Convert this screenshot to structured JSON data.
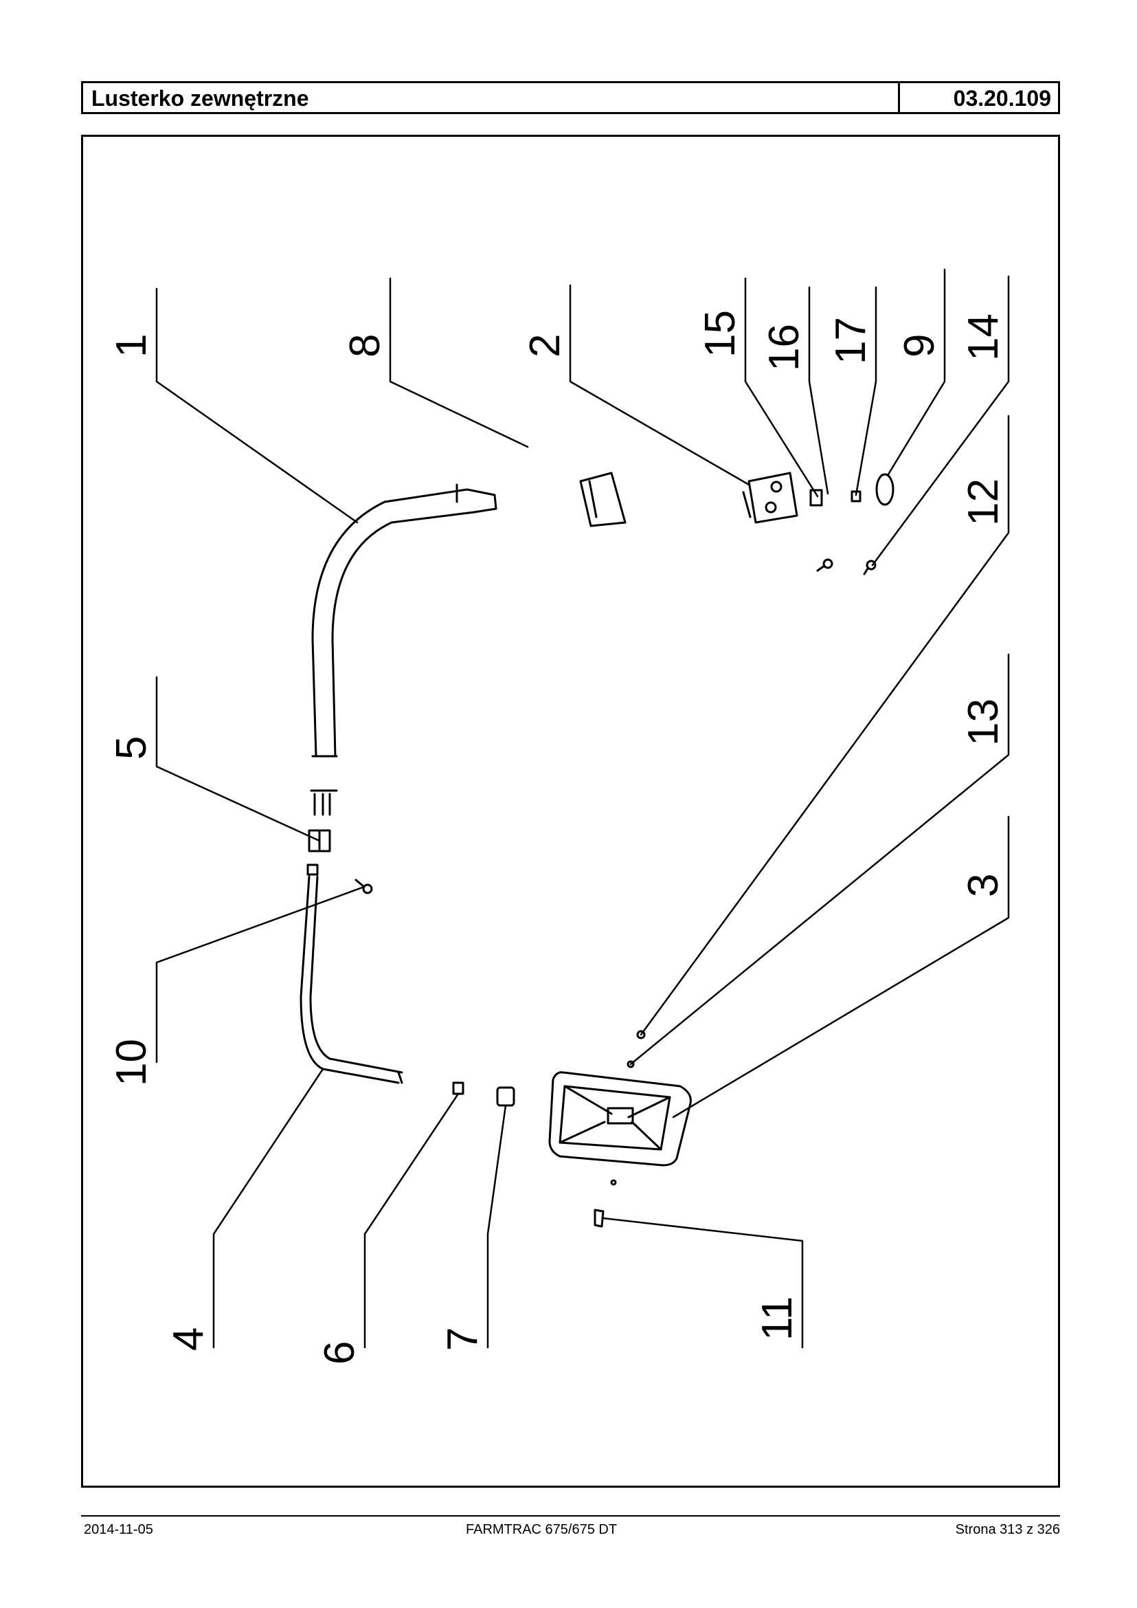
{
  "header": {
    "title": "Lusterko zewnętrzne",
    "code": "03.20.109"
  },
  "callouts": [
    "1",
    "8",
    "2",
    "15",
    "16",
    "17",
    "9",
    "14",
    "12",
    "13",
    "3",
    "5",
    "10",
    "4",
    "6",
    "7",
    "11"
  ],
  "footer": {
    "date": "2014-11-05",
    "model": "FARMTRAC 675/675 DT",
    "page": "Strona 313 z 326"
  }
}
